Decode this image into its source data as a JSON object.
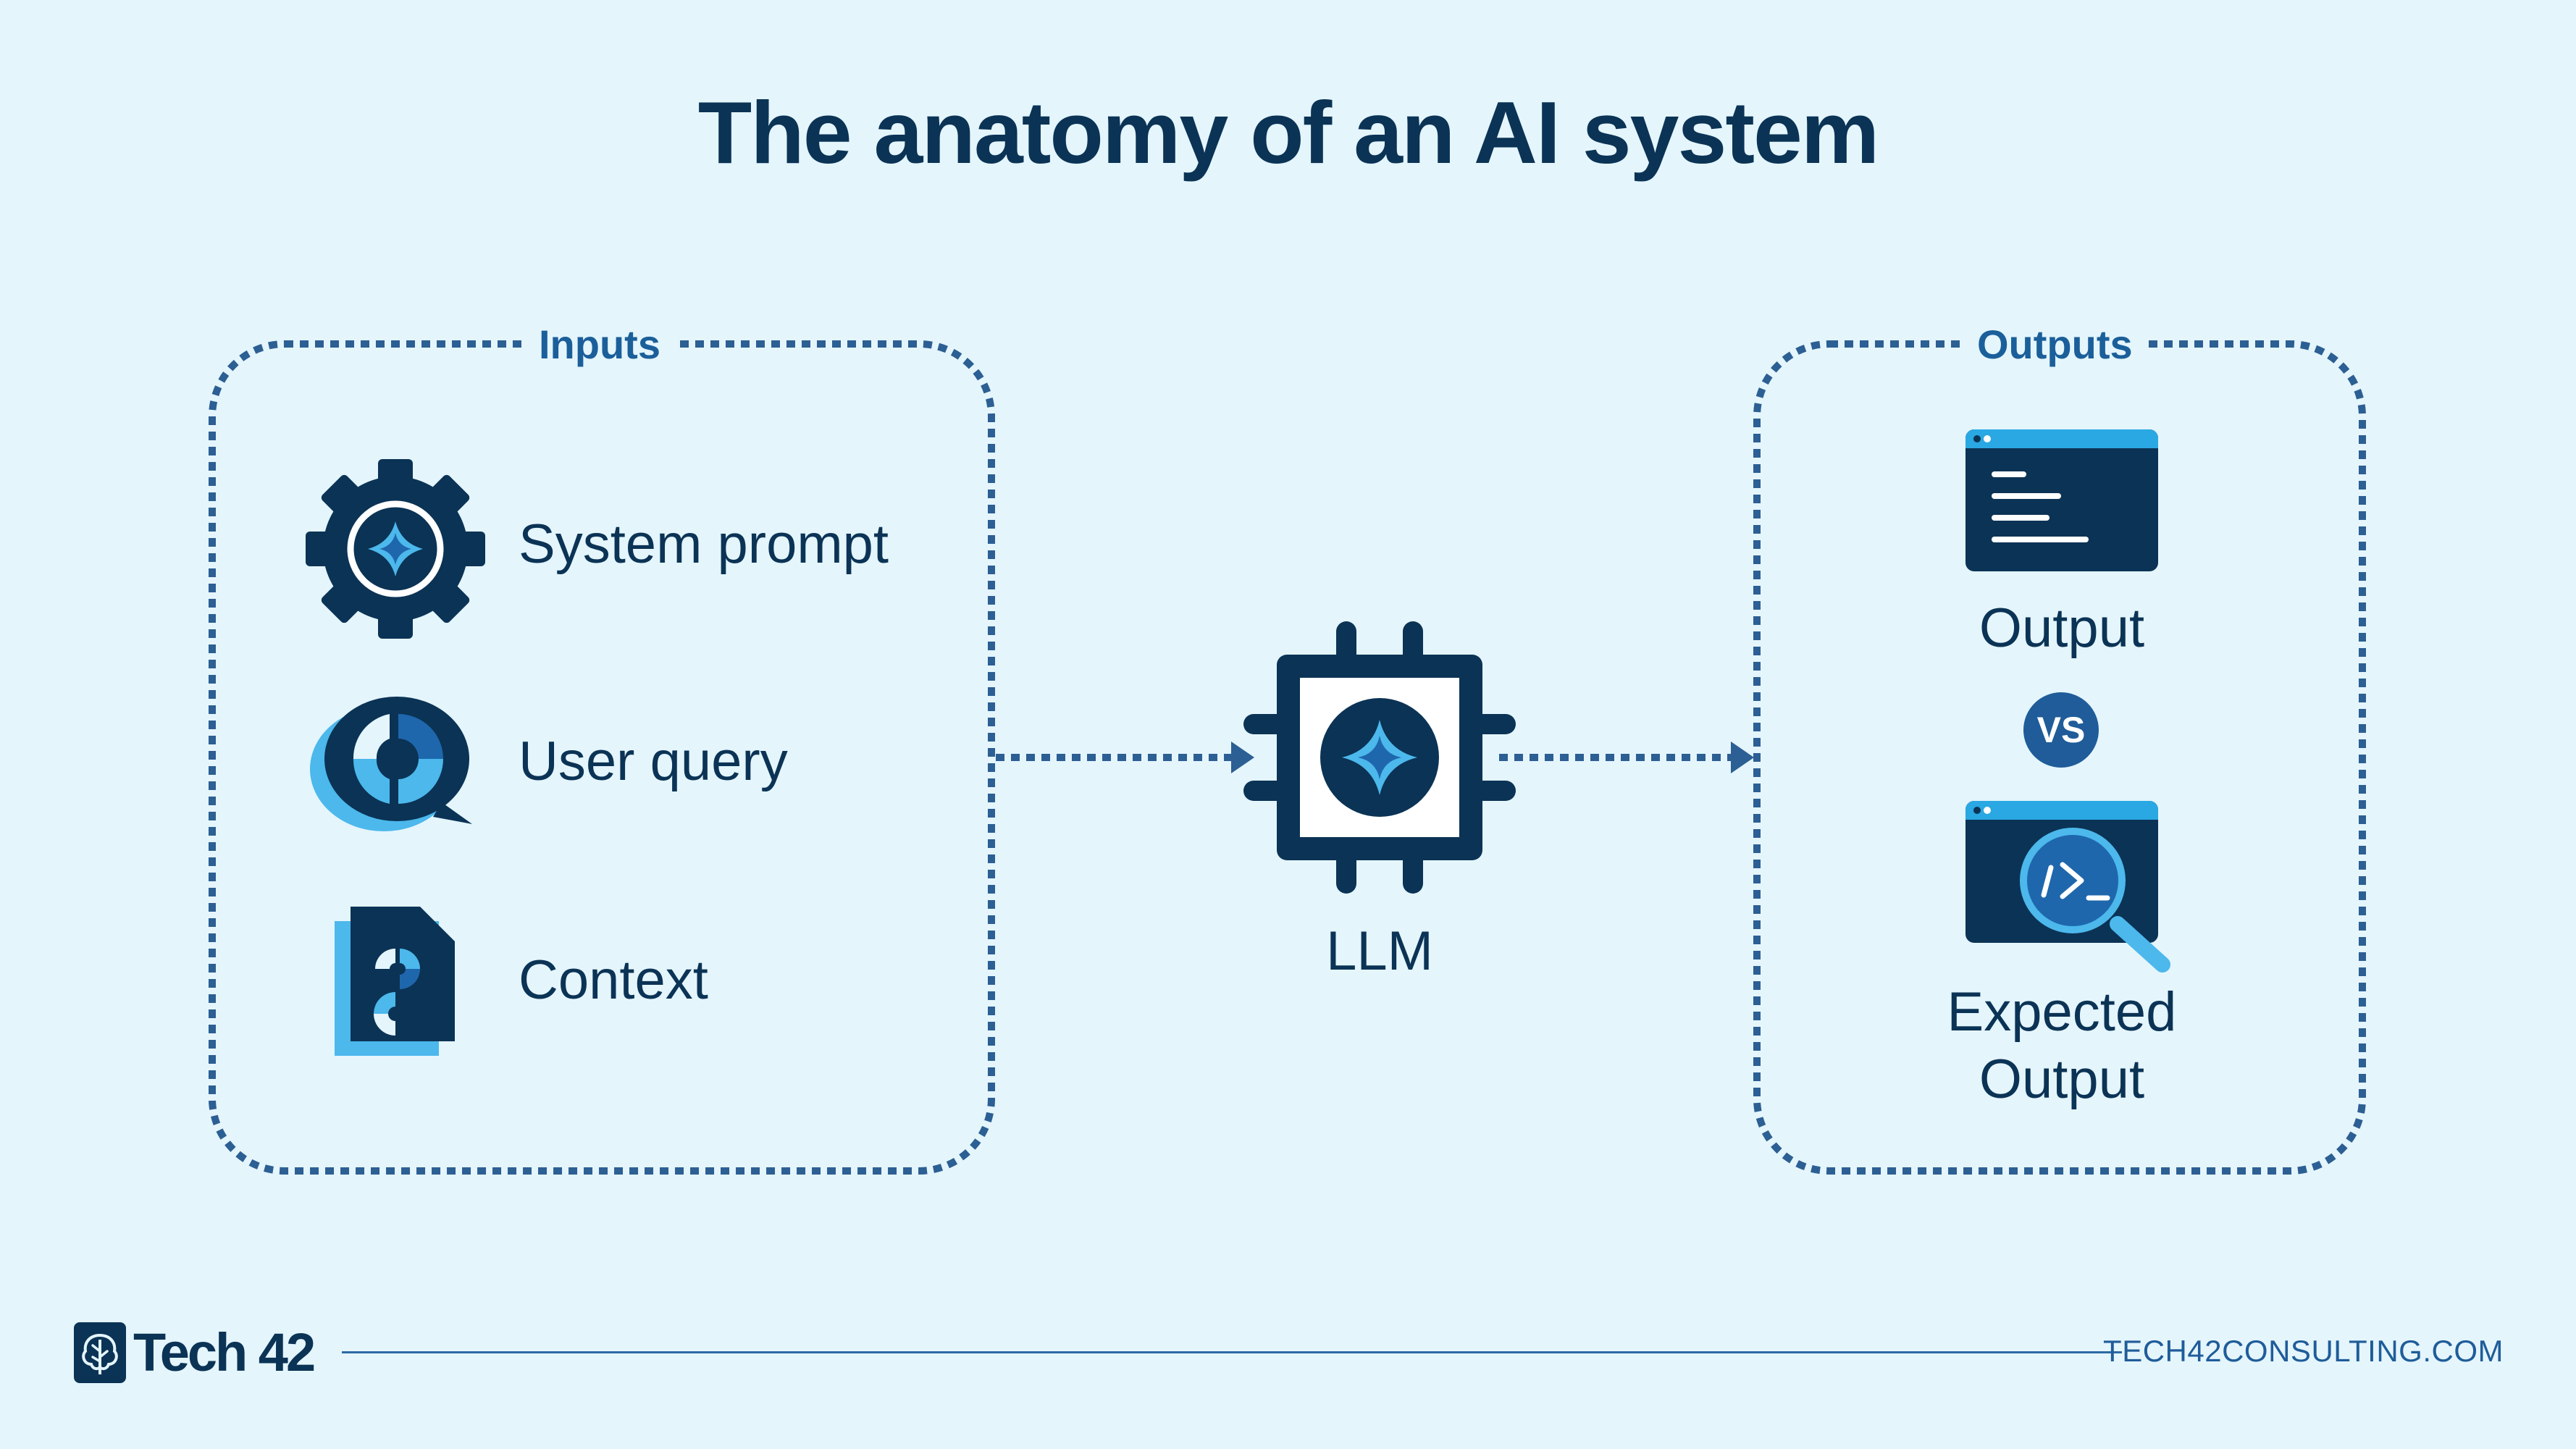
{
  "title": "The anatomy of an AI system",
  "inputs": {
    "label": "Inputs",
    "items": [
      {
        "label": "System prompt",
        "icon": "gear-sparkle-icon"
      },
      {
        "label": "User query",
        "icon": "chat-bubble-icon"
      },
      {
        "label": "Context",
        "icon": "document-icon"
      }
    ]
  },
  "model": {
    "label": "LLM",
    "icon": "chip-sparkle-icon"
  },
  "outputs": {
    "label": "Outputs",
    "output": {
      "label": "Output",
      "icon": "terminal-window-icon"
    },
    "comparator": "VS",
    "expected": {
      "label_line1": "Expected",
      "label_line2": "Output",
      "icon": "code-window-magnifier-icon"
    }
  },
  "footer": {
    "brand": "Tech 42",
    "url": "TECH42CONSULTING.COM"
  },
  "colors": {
    "background": "#e4f5fc",
    "navy": "#0b3355",
    "dashed_border": "#2c5f93",
    "accent_light_blue": "#4cb8ec",
    "accent_mid_blue": "#1e67ad"
  }
}
